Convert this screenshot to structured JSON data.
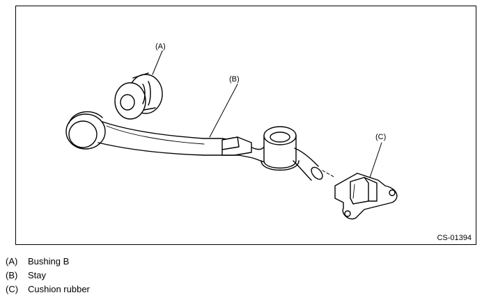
{
  "figure": {
    "code": "CS-01394",
    "callouts": {
      "a": "(A)",
      "b": "(B)",
      "c": "(C)"
    }
  },
  "legend": [
    {
      "key": "(A)",
      "label": "Bushing B"
    },
    {
      "key": "(B)",
      "label": "Stay"
    },
    {
      "key": "(C)",
      "label": "Cushion rubber"
    }
  ]
}
